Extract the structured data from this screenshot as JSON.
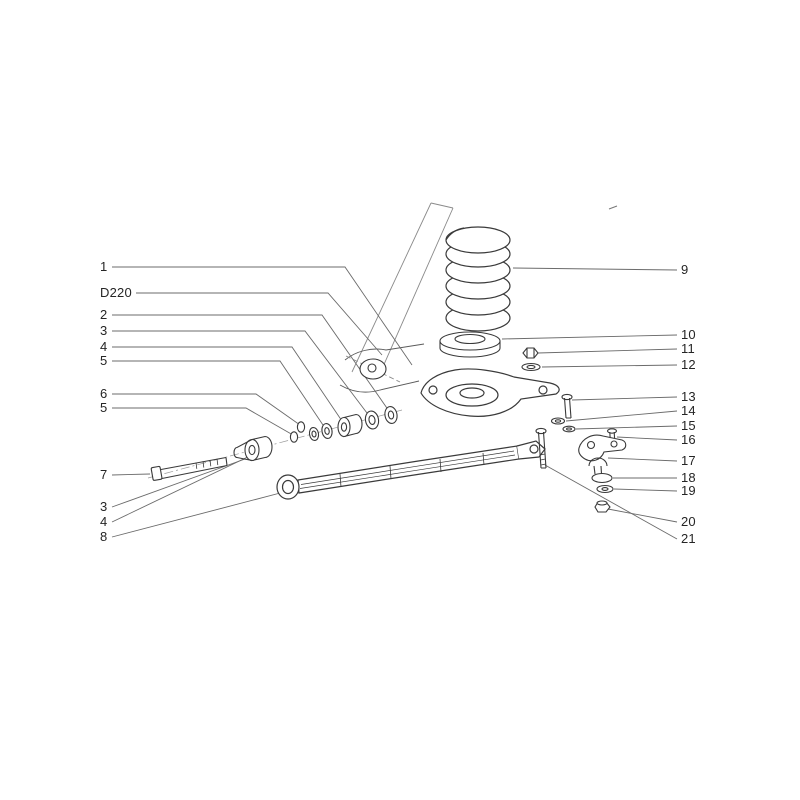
{
  "figure": {
    "background": "#ffffff",
    "drawing_color": "#3a3a3a",
    "leader_color": "#6b6b6b",
    "label_color": "#252525",
    "callouts": {
      "left": [
        "1",
        "D220",
        "2",
        "3",
        "4",
        "5",
        "6",
        "5",
        "7",
        "3",
        "4",
        "8"
      ],
      "right": [
        "9",
        "10",
        "11",
        "12",
        "13",
        "14",
        "15",
        "16",
        "17",
        "18",
        "19",
        "20",
        "21"
      ]
    }
  }
}
